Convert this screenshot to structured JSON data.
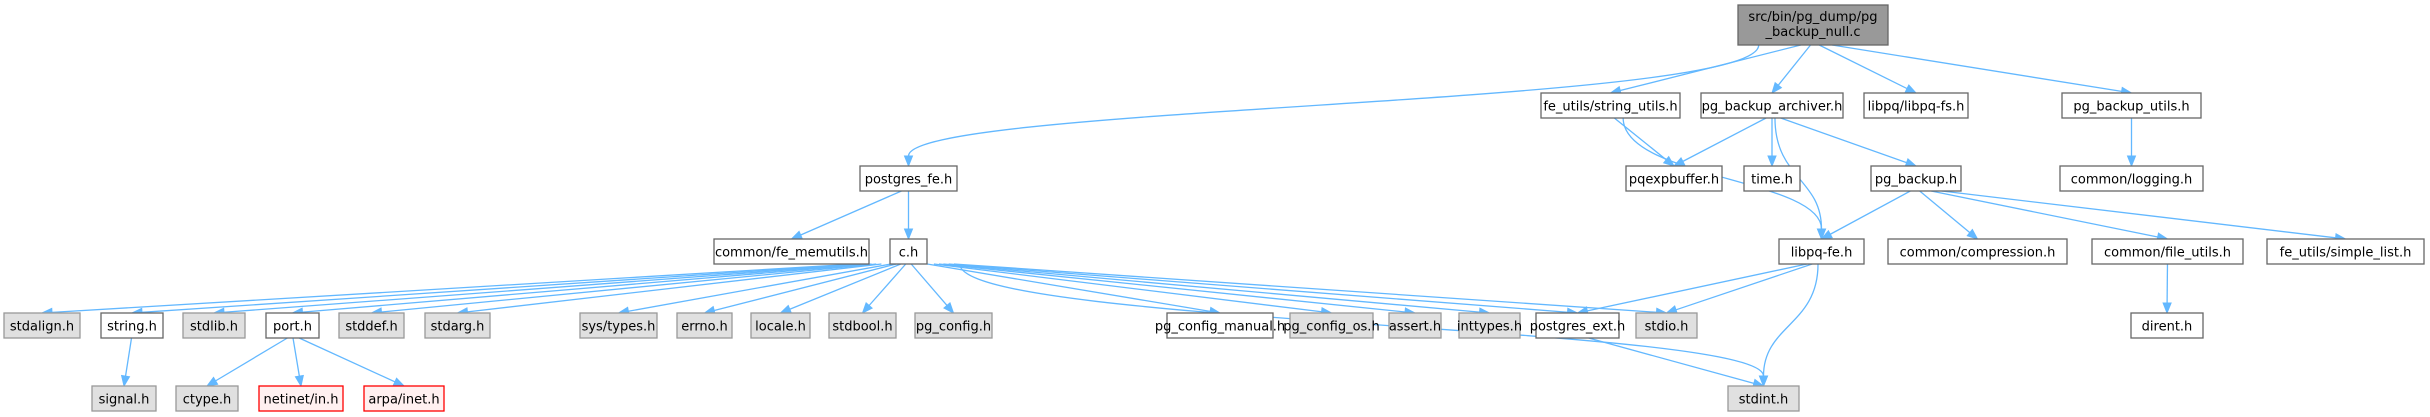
{
  "title": "Include dependency graph for src/bin/pg_dump/pg_backup_null.c",
  "colors": {
    "edge": "#63b8ff",
    "root_fill": "#999999",
    "normal_fill": "#ffffff",
    "system_fill": "#e0e0e0",
    "missing_fill": "#fff0f0",
    "missing_border": "#ff0000"
  },
  "nodes": [
    {
      "id": "root",
      "label": [
        "src/bin/pg_dump/pg",
        "_backup_null.c"
      ],
      "kind": "root"
    },
    {
      "id": "string_utils",
      "label": [
        "fe_utils/string_utils.h"
      ],
      "kind": "normal"
    },
    {
      "id": "pg_backup_archiver",
      "label": [
        "pg_backup_archiver.h"
      ],
      "kind": "normal"
    },
    {
      "id": "libpq_fs",
      "label": [
        "libpq/libpq-fs.h"
      ],
      "kind": "normal"
    },
    {
      "id": "pg_backup_utils",
      "label": [
        "pg_backup_utils.h"
      ],
      "kind": "normal"
    },
    {
      "id": "postgres_fe",
      "label": [
        "postgres_fe.h"
      ],
      "kind": "normal"
    },
    {
      "id": "pqexpbuffer",
      "label": [
        "pqexpbuffer.h"
      ],
      "kind": "normal"
    },
    {
      "id": "time",
      "label": [
        "time.h"
      ],
      "kind": "normal"
    },
    {
      "id": "pg_backup",
      "label": [
        "pg_backup.h"
      ],
      "kind": "normal"
    },
    {
      "id": "logging",
      "label": [
        "common/logging.h"
      ],
      "kind": "normal"
    },
    {
      "id": "fe_memutils",
      "label": [
        "common/fe_memutils.h"
      ],
      "kind": "normal"
    },
    {
      "id": "c",
      "label": [
        "c.h"
      ],
      "kind": "normal"
    },
    {
      "id": "libpq_fe",
      "label": [
        "libpq-fe.h"
      ],
      "kind": "normal"
    },
    {
      "id": "compression",
      "label": [
        "common/compression.h"
      ],
      "kind": "normal"
    },
    {
      "id": "file_utils",
      "label": [
        "common/file_utils.h"
      ],
      "kind": "normal"
    },
    {
      "id": "simple_list",
      "label": [
        "fe_utils/simple_list.h"
      ],
      "kind": "normal"
    },
    {
      "id": "stdalign",
      "label": [
        "stdalign.h"
      ],
      "kind": "system"
    },
    {
      "id": "string",
      "label": [
        "string.h"
      ],
      "kind": "normal"
    },
    {
      "id": "stdlib",
      "label": [
        "stdlib.h"
      ],
      "kind": "system"
    },
    {
      "id": "port",
      "label": [
        "port.h"
      ],
      "kind": "normal"
    },
    {
      "id": "stddef",
      "label": [
        "stddef.h"
      ],
      "kind": "system"
    },
    {
      "id": "stdarg",
      "label": [
        "stdarg.h"
      ],
      "kind": "system"
    },
    {
      "id": "sys_types",
      "label": [
        "sys/types.h"
      ],
      "kind": "system"
    },
    {
      "id": "errno",
      "label": [
        "errno.h"
      ],
      "kind": "system"
    },
    {
      "id": "locale",
      "label": [
        "locale.h"
      ],
      "kind": "system"
    },
    {
      "id": "stdbool",
      "label": [
        "stdbool.h"
      ],
      "kind": "system"
    },
    {
      "id": "pg_config",
      "label": [
        "pg_config.h"
      ],
      "kind": "system"
    },
    {
      "id": "pg_config_manual",
      "label": [
        "pg_config_manual.h"
      ],
      "kind": "normal"
    },
    {
      "id": "pg_config_os",
      "label": [
        "pg_config_os.h"
      ],
      "kind": "system"
    },
    {
      "id": "assert",
      "label": [
        "assert.h"
      ],
      "kind": "system"
    },
    {
      "id": "inttypes",
      "label": [
        "inttypes.h"
      ],
      "kind": "system"
    },
    {
      "id": "postgres_ext",
      "label": [
        "postgres_ext.h"
      ],
      "kind": "normal"
    },
    {
      "id": "stdio",
      "label": [
        "stdio.h"
      ],
      "kind": "system"
    },
    {
      "id": "dirent",
      "label": [
        "dirent.h"
      ],
      "kind": "normal"
    },
    {
      "id": "signal",
      "label": [
        "signal.h"
      ],
      "kind": "system"
    },
    {
      "id": "ctype",
      "label": [
        "ctype.h"
      ],
      "kind": "system"
    },
    {
      "id": "netinet_in",
      "label": [
        "netinet/in.h"
      ],
      "kind": "missing"
    },
    {
      "id": "arpa_inet",
      "label": [
        "arpa/inet.h"
      ],
      "kind": "missing"
    },
    {
      "id": "stdint",
      "label": [
        "stdint.h"
      ],
      "kind": "system"
    }
  ],
  "edges": [
    [
      "root",
      "postgres_fe"
    ],
    [
      "root",
      "string_utils"
    ],
    [
      "root",
      "pg_backup_archiver"
    ],
    [
      "root",
      "libpq_fs"
    ],
    [
      "root",
      "pg_backup_utils"
    ],
    [
      "string_utils",
      "pqexpbuffer"
    ],
    [
      "string_utils",
      "libpq_fe"
    ],
    [
      "pg_backup_archiver",
      "pqexpbuffer"
    ],
    [
      "pg_backup_archiver",
      "time"
    ],
    [
      "pg_backup_archiver",
      "libpq_fe"
    ],
    [
      "pg_backup_archiver",
      "pg_backup"
    ],
    [
      "pg_backup_utils",
      "logging"
    ],
    [
      "postgres_fe",
      "fe_memutils"
    ],
    [
      "postgres_fe",
      "c"
    ],
    [
      "pg_backup",
      "libpq_fe"
    ],
    [
      "pg_backup",
      "compression"
    ],
    [
      "pg_backup",
      "file_utils"
    ],
    [
      "pg_backup",
      "simple_list"
    ],
    [
      "file_utils",
      "dirent"
    ],
    [
      "libpq_fe",
      "postgres_ext"
    ],
    [
      "libpq_fe",
      "stdio"
    ],
    [
      "libpq_fe",
      "stdint"
    ],
    [
      "c",
      "stdalign"
    ],
    [
      "c",
      "string"
    ],
    [
      "c",
      "stdlib"
    ],
    [
      "c",
      "port"
    ],
    [
      "c",
      "stddef"
    ],
    [
      "c",
      "stdarg"
    ],
    [
      "c",
      "sys_types"
    ],
    [
      "c",
      "errno"
    ],
    [
      "c",
      "locale"
    ],
    [
      "c",
      "stdbool"
    ],
    [
      "c",
      "pg_config"
    ],
    [
      "c",
      "pg_config_manual"
    ],
    [
      "c",
      "pg_config_os"
    ],
    [
      "c",
      "assert"
    ],
    [
      "c",
      "inttypes"
    ],
    [
      "c",
      "postgres_ext"
    ],
    [
      "c",
      "stdio"
    ],
    [
      "c",
      "stdint"
    ],
    [
      "string",
      "signal"
    ],
    [
      "port",
      "ctype"
    ],
    [
      "port",
      "netinet_in"
    ],
    [
      "port",
      "arpa_inet"
    ],
    [
      "postgres_ext",
      "stdint"
    ]
  ]
}
